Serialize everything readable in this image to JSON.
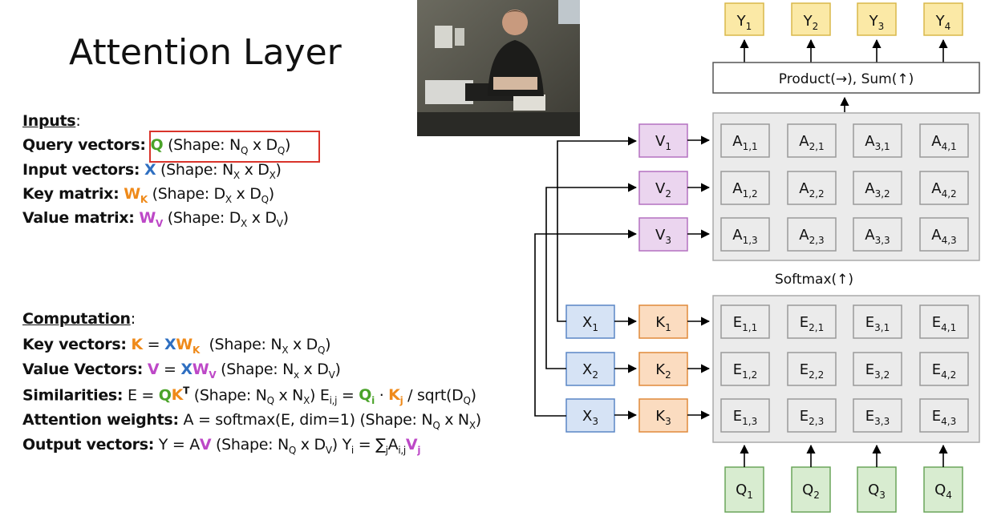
{
  "slide": {
    "title": "Attention Layer",
    "inputs_header": "Inputs",
    "inputs": [
      {
        "label": "Query vectors",
        "sym": "Q",
        "rest": "(Shape: N",
        "s1": "Q",
        "mid": " x D",
        "s2": "Q",
        "end": ")"
      },
      {
        "label": "Input vectors",
        "sym": "X",
        "rest": "(Shape: N",
        "s1": "X",
        "mid": " x D",
        "s2": "X",
        "end": ")"
      },
      {
        "label": "Key matrix",
        "sym": "W",
        "symsub": "K",
        "rest": "(Shape: D",
        "s1": "X",
        "mid": " x D",
        "s2": "Q",
        "end": ")"
      },
      {
        "label": "Value matrix",
        "sym": "W",
        "symsub": "V",
        "rest": "(Shape: D",
        "s1": "X",
        "mid": " x D",
        "s2": "V",
        "end": ")"
      }
    ],
    "computation_header": "Computation",
    "computation": {
      "key_label": "Key vectors",
      "value_label": "Value Vectors",
      "sim_label": "Similarities",
      "attn_label": "Attention weights",
      "attn_text": "A = softmax(E, dim=1)  (Shape: N",
      "out_label": "Output vectors"
    }
  },
  "diagram": {
    "outputs": [
      "1",
      "2",
      "3",
      "4"
    ],
    "product_label": "Product(→),  Sum(↑)",
    "softmax_label": "Softmax(↑)",
    "colors": {
      "output_fill": "#fbe9a6",
      "output_stroke": "#d9b84a",
      "v_fill": "#ebd5ef",
      "v_stroke": "#b471c0",
      "x_fill": "#d6e3f5",
      "x_stroke": "#5a86c5",
      "k_fill": "#fbdcc0",
      "k_stroke": "#e08a3a",
      "q_fill": "#d8ecd0",
      "q_stroke": "#6aa55a",
      "panel_fill": "#ebebeb",
      "panel_stroke": "#aaaaaa"
    }
  }
}
